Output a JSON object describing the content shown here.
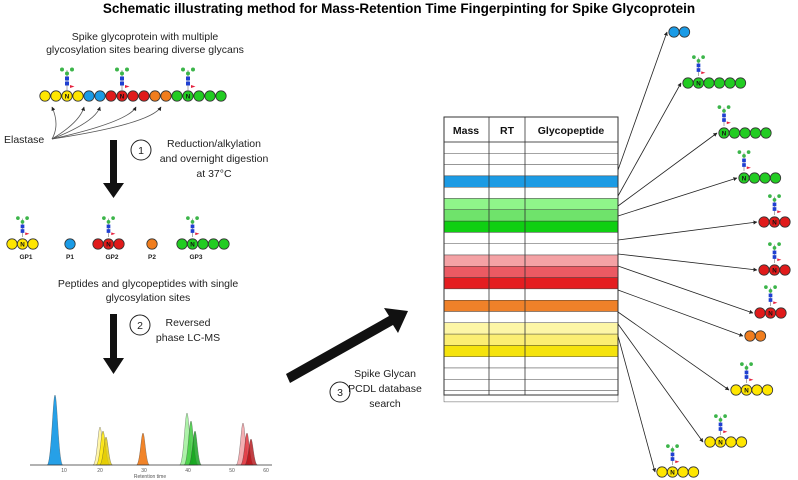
{
  "title": "Schematic illustrating method for Mass-Retention Time Fingerpinting for Spike Glycoprotein",
  "spike": {
    "line1": "Spike glycoprotein with multiple",
    "line2": "glycosylation sites bearing diverse glycans"
  },
  "elastase": "Elastase",
  "step1": {
    "number": "1",
    "line1": "Reduction/alkylation",
    "line2": "and overnight digestion",
    "line3": "at 37°C"
  },
  "peptides": {
    "labels": [
      "GP1",
      "P1",
      "GP2",
      "P2",
      "GP3"
    ],
    "line1": "Peptides and glycopeptides with single",
    "line2": "glycosylation sites"
  },
  "step2": {
    "number": "2",
    "line1": "Reversed",
    "line2": "phase LC-MS"
  },
  "chromatogram": {
    "ticks": [
      "10",
      "20",
      "30",
      "40",
      "50",
      "60"
    ],
    "xlabel": "Retention time"
  },
  "step3": {
    "number": "3",
    "line1": "Spike Glycan",
    "line2": "PCDL database",
    "line3": "search"
  },
  "table": {
    "headers": [
      "Mass",
      "RT",
      "Glycopeptide"
    ],
    "row_colors": [
      "#ffffff",
      "#ffffff",
      "#ffffff",
      "#1c9be4",
      "#ffffff",
      "#8ff58a",
      "#6fe36b",
      "#0fcf12",
      "#ffffff",
      "#ffffff",
      "#f4a2a5",
      "#eb5a63",
      "#e41d20",
      "#ffffff",
      "#ef8129",
      "#ffffff",
      "#fdf6a6",
      "#fbee72",
      "#f5e30c",
      "#ffffff",
      "#ffffff",
      "#ffffff",
      "#ffffff"
    ]
  },
  "colors": {
    "yellow": "#ffe600",
    "blue": "#1a9be6",
    "red": "#e01b1b",
    "orange": "#f07d1e",
    "green": "#22cc22",
    "glycan_blue": "#1f3fd1",
    "glycan_green": "#3cb54a",
    "glycan_red": "#e5213e"
  }
}
